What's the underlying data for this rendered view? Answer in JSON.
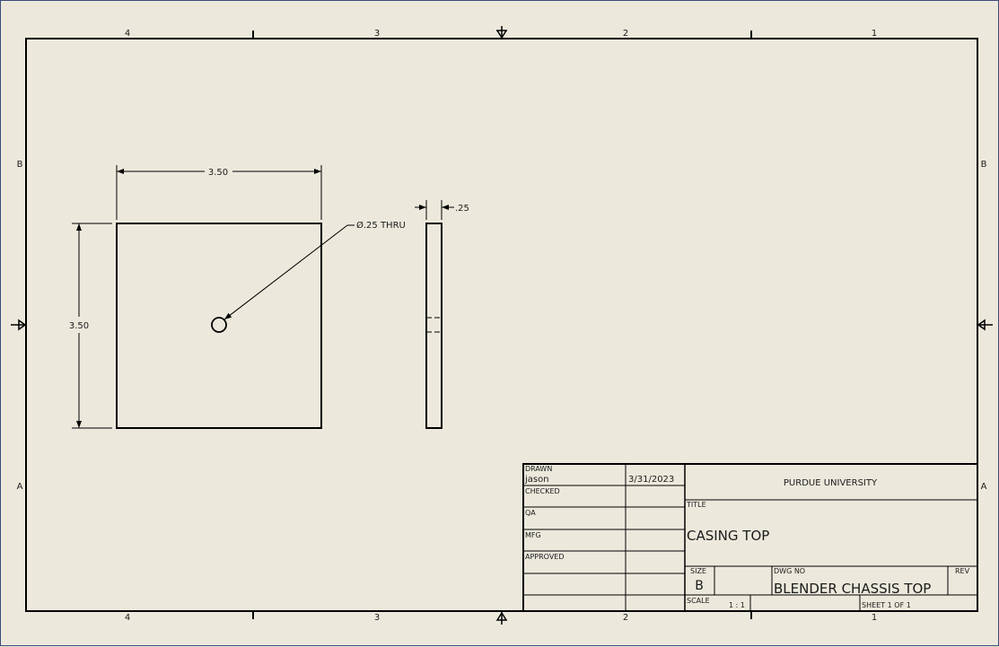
{
  "drawing": {
    "zones": {
      "top": [
        "4",
        "3",
        "2",
        "1"
      ],
      "bottom": [
        "4",
        "3",
        "2",
        "1"
      ],
      "left": [
        "B",
        "A"
      ],
      "right": [
        "B",
        "A"
      ]
    },
    "dimensions": {
      "width": "3.50",
      "height": "3.50",
      "thickness": ".25",
      "hole_callout": "Ø.25 THRU"
    },
    "colors": {
      "paper": "#ece9dc",
      "line": "#000000",
      "window_border": "#3a4a7a"
    }
  },
  "title_block": {
    "drawn_label": "DRAWN",
    "drawn_by": "jason",
    "drawn_date": "3/31/2023",
    "checked_label": "CHECKED",
    "qa_label": "QA",
    "mfg_label": "MFG",
    "approved_label": "APPROVED",
    "organization": "PURDUE UNIVERSITY",
    "title_label": "TITLE",
    "title": "CASING TOP",
    "size_label": "SIZE",
    "size": "B",
    "dwg_no_label": "DWG NO",
    "dwg_no": "BLENDER CHASSIS TOP",
    "rev_label": "REV",
    "scale_label": "SCALE",
    "scale": "1 : 1",
    "sheet": "SHEET 1  OF 1"
  }
}
